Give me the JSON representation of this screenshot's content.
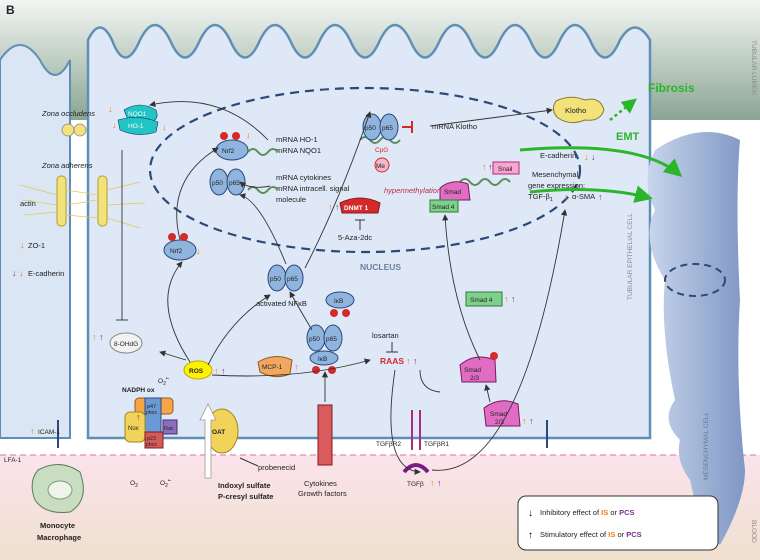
{
  "panel_letter": "B",
  "regions": {
    "tubular_lumen": "TUBULAR LUMEN",
    "tubular_epithelial_cell": "TUBULAR EPITHELIAL CELL",
    "mesenchymal_cell": "MESENCHYMAL CELL",
    "blood": "BLOOD",
    "nucleus": "NUCLEUS"
  },
  "junctions": {
    "zona_occludens": "Zona occludens",
    "zona_adherens": "Zona adherens",
    "actin": "actin",
    "zo1": "ZO-1",
    "ecadherin_left": "E-cadherin"
  },
  "antioxidant": {
    "nqo1": "NQO1",
    "ho1": "HO-1",
    "nrf2": "Nrf2",
    "mrna_ho1": "mRNA HO-1",
    "mrna_nqo1": "mRNA NQO1",
    "p50": "p50",
    "p65": "p65",
    "mrna_cytokines": "mRNA cytokines",
    "mrna_intracell": "mRNA intracell. signal",
    "molecule": "molecule",
    "nrf2_cyto": "Nrf2"
  },
  "methylation": {
    "cpg": "CpG",
    "me": "Me",
    "hypermethylation": "hypermethylation",
    "dnmt1": "DNMT 1",
    "aza": "5-Aza-2dc",
    "mrna_klotho": "mRNA Klotho",
    "klotho": "Klotho"
  },
  "emt": {
    "fibrosis": "Fibrosis",
    "emt": "EMT",
    "snail": "Snail",
    "ecadherin": "E-cadherin",
    "mesenchymal_expr": "Mesenchymal",
    "gene_expr": "gene expression:",
    "tgfb1": "TGF-β",
    "tgfb1_sub": "1",
    "asma": "α-SMA",
    "smad": "Smad",
    "smad23": "2/3",
    "smad4": "Smad 4",
    "p": "P"
  },
  "signaling": {
    "activated_nfkb": "activated NFκB",
    "ikb": "IκB",
    "mcp1": "MCP-1",
    "losartan": "losartan",
    "raas": "RAAS",
    "ros": "ROS",
    "ohdg": "8-OHdG",
    "tgfbr2": "TGFβR2",
    "tgfbr1": "TGFβR1",
    "tgfb": "TGFβ",
    "cytokines": "Cytokines",
    "growth": "Growth factors"
  },
  "transport": {
    "nadph_ox": "NADPH ox",
    "nox": "Nox",
    "p47": "p47",
    "phox47": "phox",
    "p67": "p67",
    "phox67": "phox",
    "p22": "p22",
    "phox22": "phox",
    "rac": "Rac",
    "o2": "O",
    "o2_sub": "2",
    "o2r": "O",
    "o2r_sub": "2",
    "radical": "•-",
    "oat": "OAT",
    "probenecid": "probenecid",
    "indoxyl": "Indoxyl sulfate",
    "pcresyl": "P-cresyl sulfate",
    "icam1": "ICAM-1",
    "lfa1": "LFA-1",
    "monocyte": "Monocyte",
    "macrophage": "Macrophage"
  },
  "legend": {
    "inhibitory": "Inhibitory effect of",
    "stimulatory": "Stimulatory effect of",
    "is": "IS",
    "or": "or",
    "pcs": "PCS"
  },
  "colors": {
    "is": "#ef7d1a",
    "pcs": "#7b2d8e",
    "lumen": "#9fb6a6",
    "cell": "#dfe8f6",
    "blood": "#f9dfe8",
    "nfkb": "#8fb4de",
    "smad": "#e06cc4",
    "green": "#2ab52a",
    "red": "#d42a2a"
  }
}
